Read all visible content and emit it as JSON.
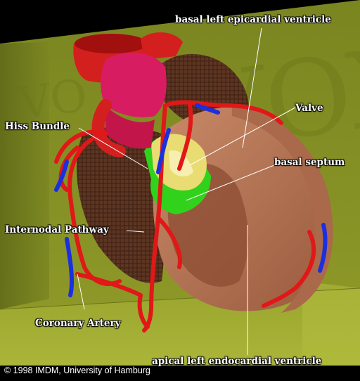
{
  "labels": {
    "basal_left_epicardial_ventricle": "basal left epicardial ventricle",
    "valve": "Valve",
    "hiss_bundle": "Hiss Bundle",
    "basal_septum": "basal septum",
    "internodal_pathway": "Internodal Pathway",
    "coronary_artery": "Coronary Artery",
    "apical_left_endocardial_ventricle": "apical left endocardial ventricle"
  },
  "watermark": "VOXEL",
  "copyright": "© 1998 IMDM, University of Hamburg",
  "colors": {
    "background": "#000000",
    "box_wall": "#7f8a22",
    "box_floor": "#9aa52e",
    "myocardium": "#b87655",
    "aorta": "#d41f1f",
    "pulmonary": "#d81c62",
    "arteries": "#e01818",
    "veins": "#1c2fe0",
    "conduction": "#31d21b",
    "valve": "#e9dc73",
    "label_text": "#ffffff"
  }
}
